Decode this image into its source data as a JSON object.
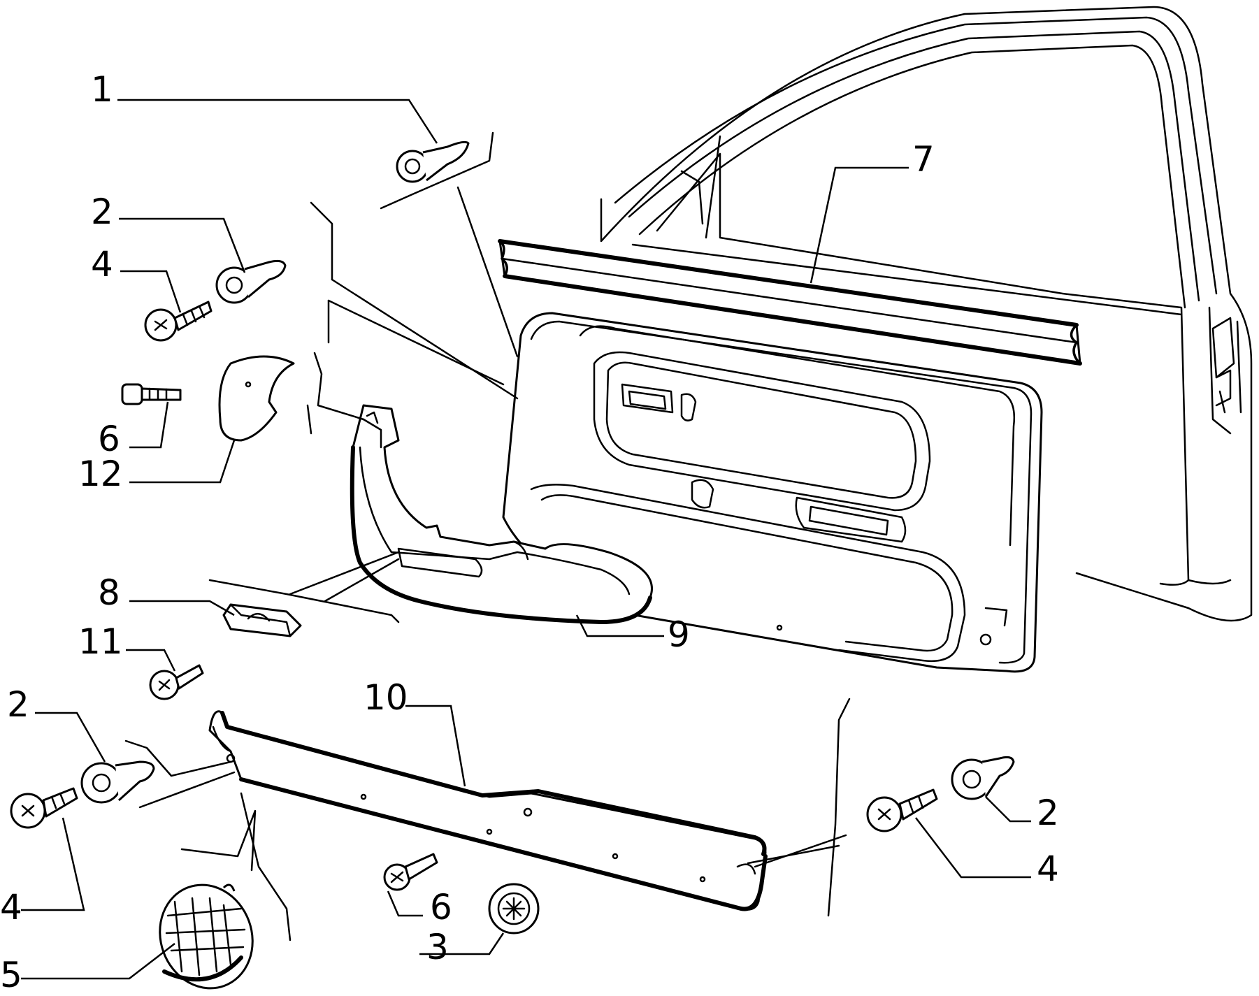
{
  "diagram": {
    "callouts": [
      {
        "id": "c1",
        "label": "1"
      },
      {
        "id": "c2a",
        "label": "2"
      },
      {
        "id": "c4a",
        "label": "4"
      },
      {
        "id": "c6a",
        "label": "6"
      },
      {
        "id": "c12",
        "label": "12"
      },
      {
        "id": "c7",
        "label": "7"
      },
      {
        "id": "c8",
        "label": "8"
      },
      {
        "id": "c11",
        "label": "11"
      },
      {
        "id": "c9",
        "label": "9"
      },
      {
        "id": "c10",
        "label": "10"
      },
      {
        "id": "c2b",
        "label": "2"
      },
      {
        "id": "c4b",
        "label": "4"
      },
      {
        "id": "c5",
        "label": "5"
      },
      {
        "id": "c6b",
        "label": "6"
      },
      {
        "id": "c3",
        "label": "3"
      },
      {
        "id": "c2c",
        "label": "2"
      },
      {
        "id": "c4c",
        "label": "4"
      }
    ]
  }
}
